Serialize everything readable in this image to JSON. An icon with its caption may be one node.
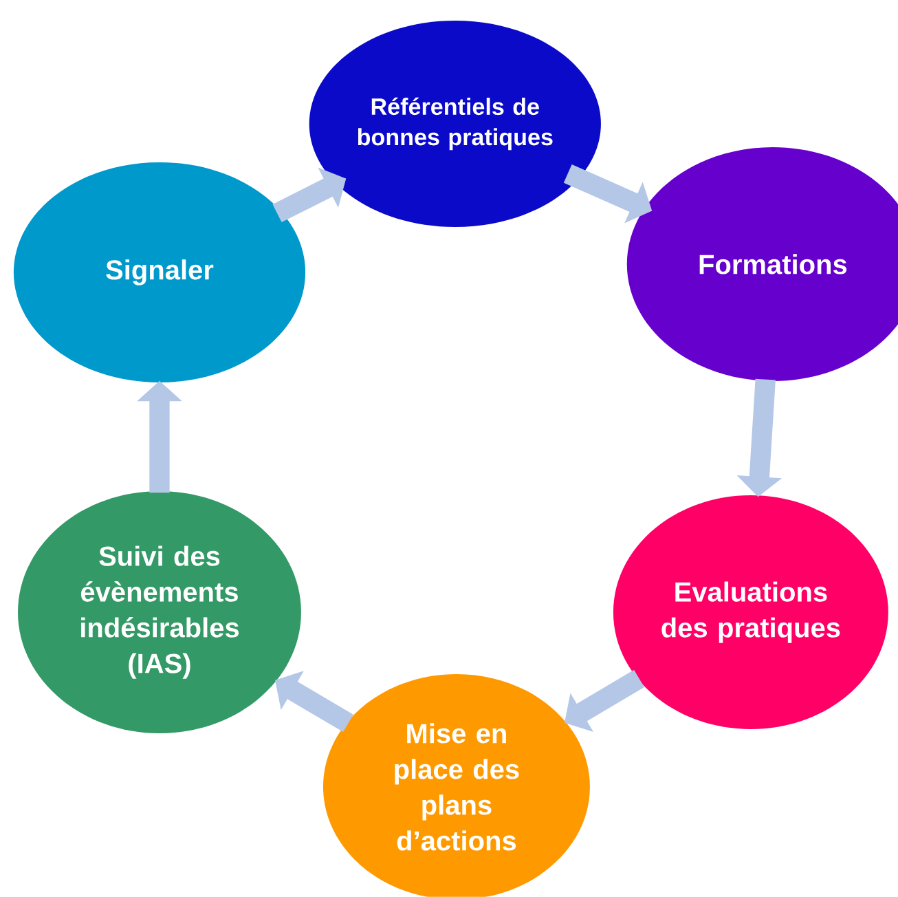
{
  "diagram": {
    "nodes": [
      {
        "text": [
          "Référentiels de bonnes pratiques"
        ]
      },
      {
        "text": [
          "Formations"
        ]
      },
      {
        "text": [
          "Evaluations des pratiques"
        ]
      },
      {
        "text": [
          "Mise en place des plans d’actions"
        ]
      },
      {
        "text": [
          "Suivi des évènements indésirables (IAS)"
        ]
      },
      {
        "text": [
          "Signaler"
        ]
      }
    ],
    "edges": [
      {
        "from": 0,
        "to": 1,
        "arrow": "to"
      },
      {
        "from": 1,
        "to": 2,
        "arrow": "to"
      },
      {
        "from": 2,
        "to": 3,
        "arrow": "to"
      },
      {
        "from": 3,
        "to": 4,
        "arrow": "to"
      },
      {
        "from": 4,
        "to": 5,
        "arrow": "to"
      },
      {
        "from": 5,
        "to": 0,
        "arrow": "to"
      }
    ]
  }
}
